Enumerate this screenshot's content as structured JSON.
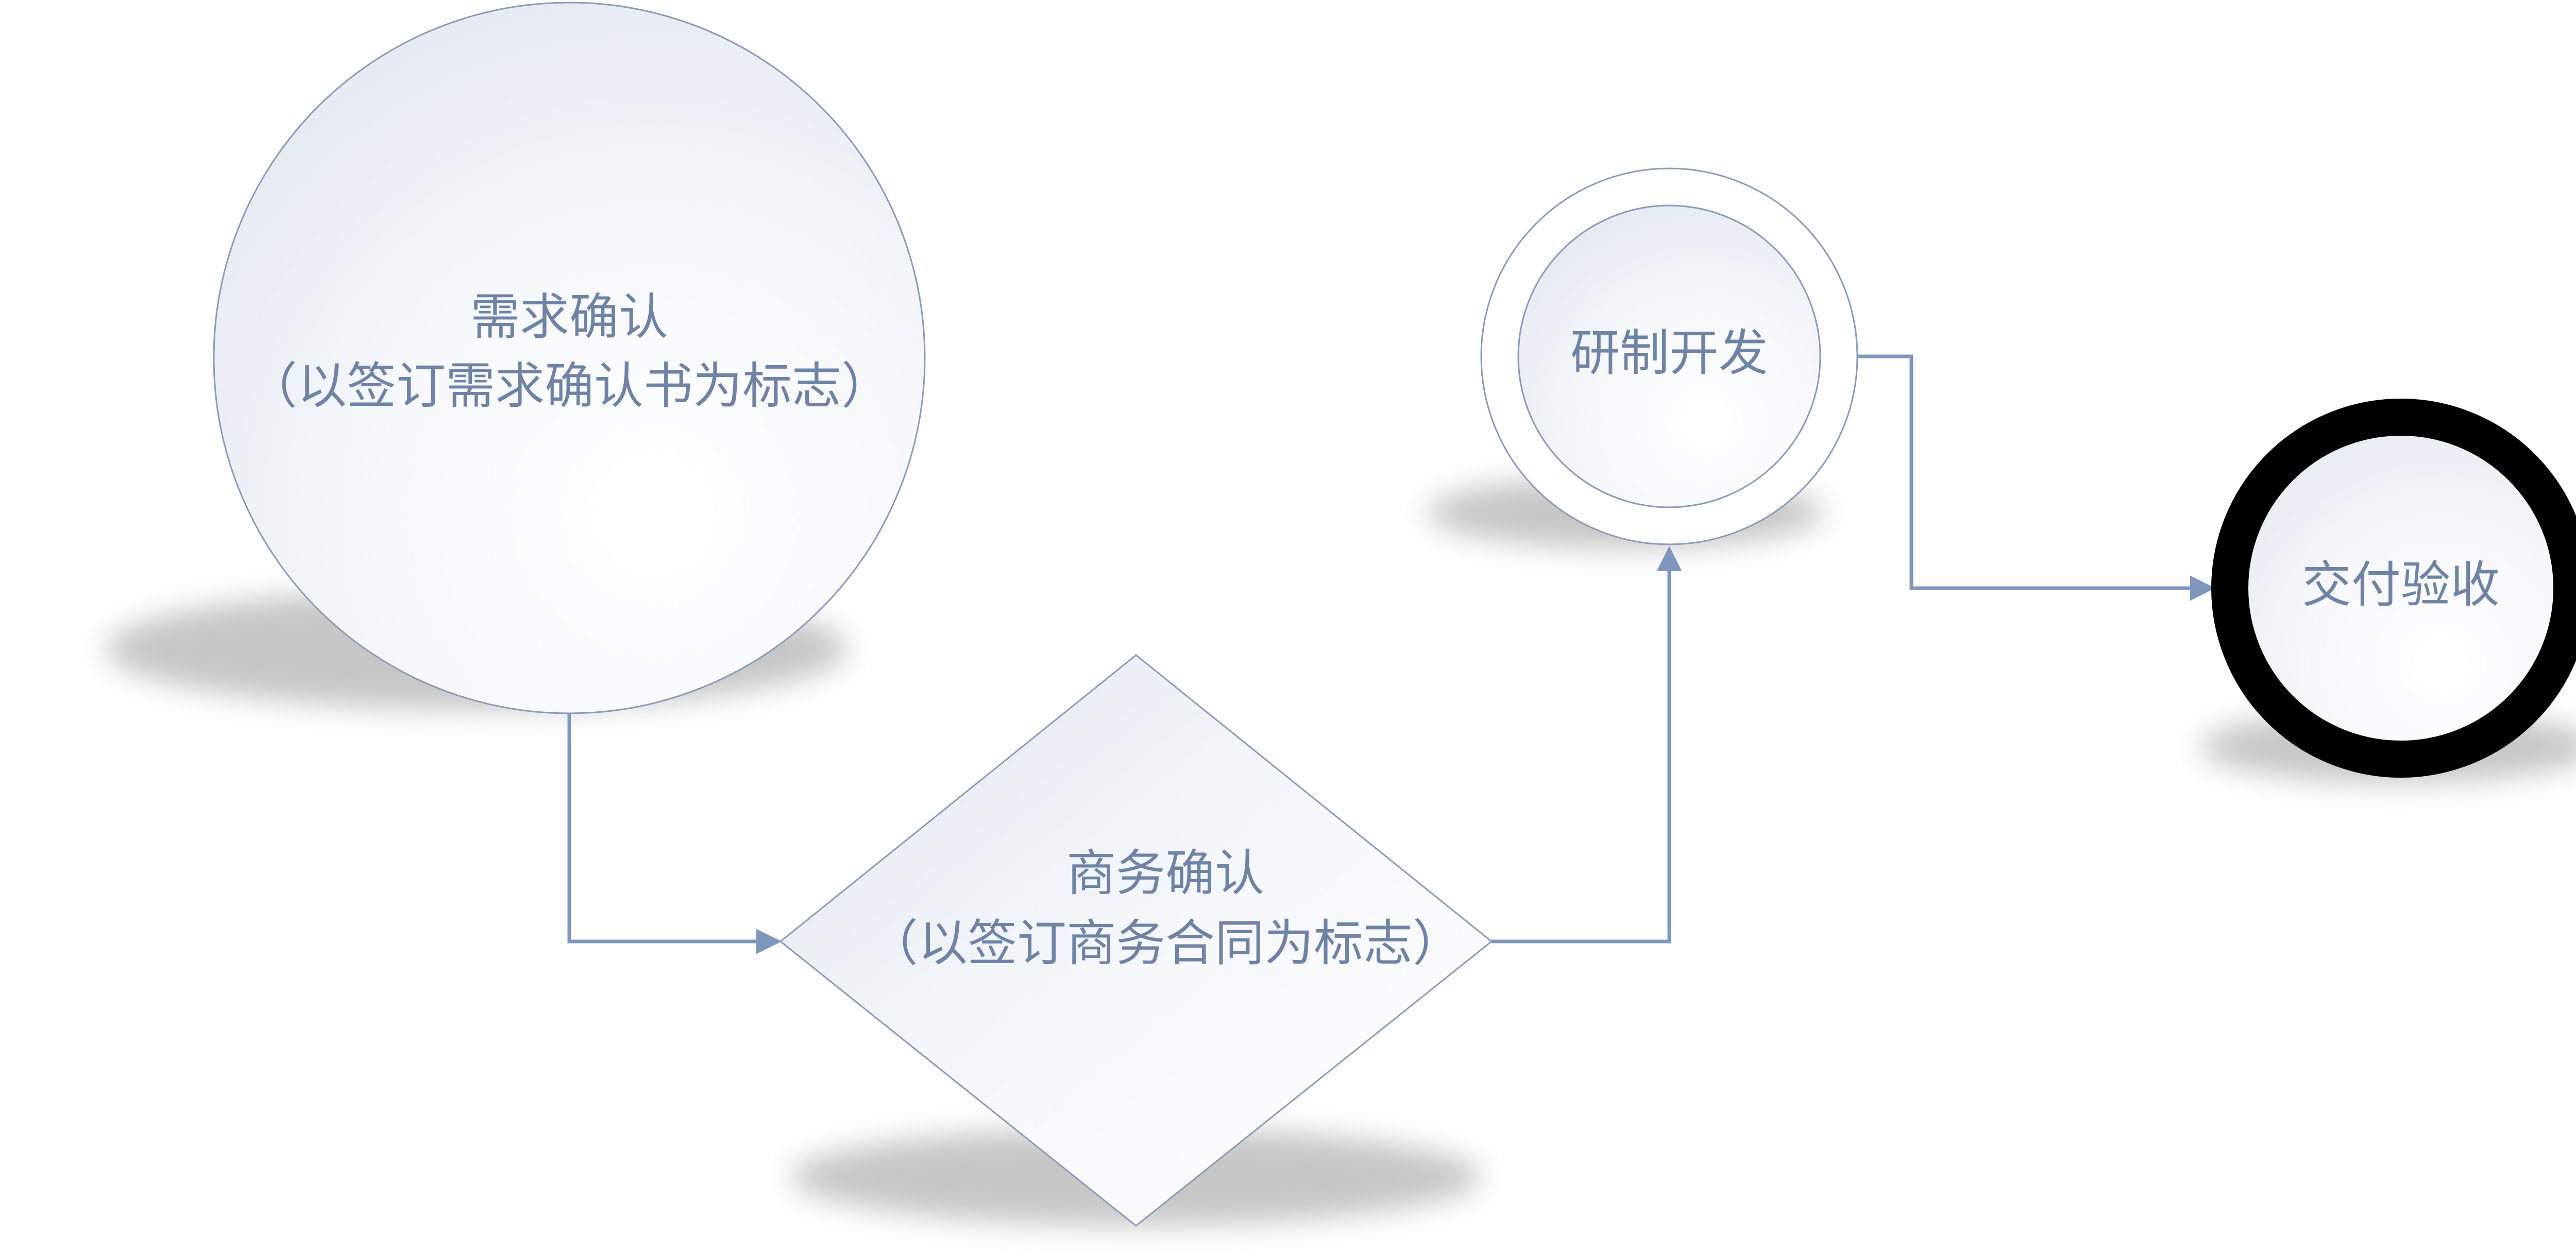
{
  "nodes": {
    "requirement": {
      "title": "需求确认",
      "subtitle": "（以签订需求确认书为标志）"
    },
    "business": {
      "title": "商务确认",
      "subtitle": "（以签订商务合同为标志）"
    },
    "development": {
      "title": "研制开发"
    },
    "delivery": {
      "title": "交付验收"
    }
  },
  "colors": {
    "text": "#6f84a4",
    "outline": "#8a9bb8",
    "connector": "#7f97bd",
    "fill_light": "#ffffff",
    "fill_dark": "#e3e8f0",
    "shadow": "#c9c9c9",
    "terminal_ring": "#000000"
  }
}
